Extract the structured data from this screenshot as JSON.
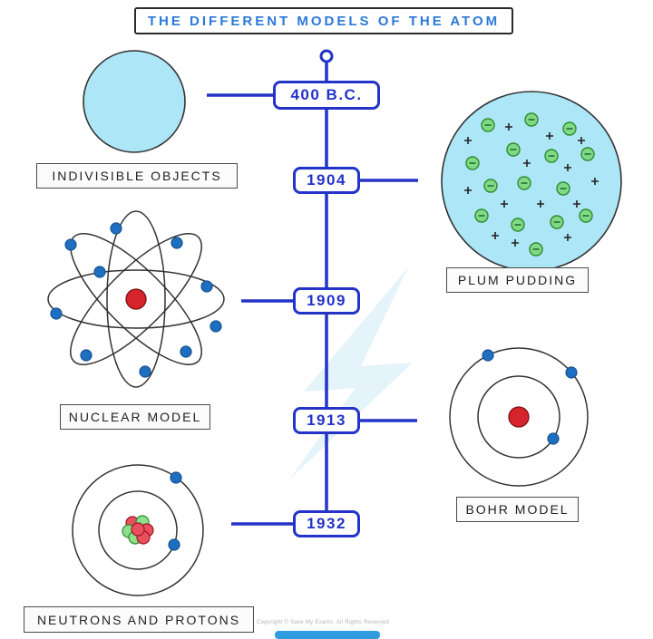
{
  "title": "THE DIFFERENT MODELS OF THE ATOM",
  "timeline": {
    "dates": [
      {
        "label": "400 B.C."
      },
      {
        "label": "1904"
      },
      {
        "label": "1909"
      },
      {
        "label": "1913"
      },
      {
        "label": "1932"
      }
    ]
  },
  "models": {
    "indivisible": {
      "label": "INDIVISIBLE OBJECTS"
    },
    "plum_pudding": {
      "label": "PLUM PUDDING"
    },
    "nuclear": {
      "label": "NUCLEAR MODEL"
    },
    "bohr": {
      "label": "BOHR MODEL"
    },
    "neutrons_protons": {
      "label": "NEUTRONS AND PROTONS"
    }
  },
  "footer": {
    "copyright": "Copyright © Save My Exams. All Rights Reserved"
  },
  "colors": {
    "timeline_blue": "#2433c8",
    "title_blue": "#2b79d8",
    "atom_fill_blue": "#ade6f6",
    "electron_blue": "#1f6fc0",
    "nucleus_red": "#d6242c",
    "particle_green": "#80da85",
    "logo_blue": "#2f9cdf"
  }
}
